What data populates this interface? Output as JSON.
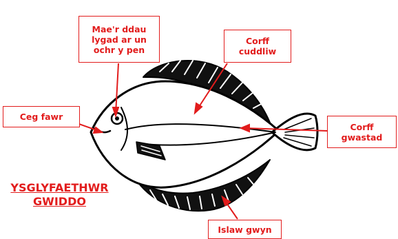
{
  "labels": {
    "eyes": "Mae'r ddau\nlygad ar un\nochr y pen",
    "body_camouflage": "Corff\ncuddliw",
    "big_mouth": "Ceg fawr",
    "flat_body": "Corff\ngwastad",
    "underside": "Islaw gwyn"
  },
  "title": {
    "line1": "YSGLYFAETHWR",
    "line2": "GWIDDO"
  },
  "colors": {
    "label": "#e21c1c",
    "outline": "#000000",
    "fish_fill": "#ffffff"
  }
}
